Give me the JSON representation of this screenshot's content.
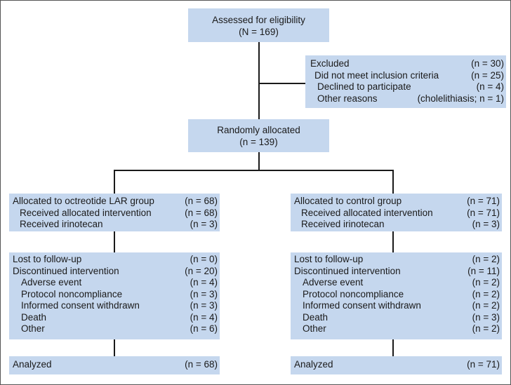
{
  "assessed": {
    "title": "Assessed for eligibility",
    "count": "(N = 169)"
  },
  "excluded": {
    "label": "Excluded",
    "count": "(n = 30)",
    "items": [
      {
        "label": "Did not meet inclusion criteria",
        "count": "(n = 25)"
      },
      {
        "label": "Declined to participate",
        "count": "(n = 4)"
      },
      {
        "label": "Other reasons",
        "count": "(cholelithiasis; n = 1)"
      }
    ]
  },
  "randomized": {
    "title": "Randomly allocated",
    "count": "(n = 139)"
  },
  "left": {
    "allocation": {
      "label": "Allocated to octreotide LAR group",
      "count": "(n = 68)",
      "items": [
        {
          "label": "Received allocated intervention",
          "count": "(n = 68)"
        },
        {
          "label": "Received irinotecan",
          "count": "(n = 3)"
        }
      ]
    },
    "followup": {
      "lost": {
        "label": "Lost to follow-up",
        "count": "(n = 0)"
      },
      "discontinued": {
        "label": "Discontinued intervention",
        "count": "(n = 20)"
      },
      "items": [
        {
          "label": "Adverse event",
          "count": "(n = 4)"
        },
        {
          "label": "Protocol noncompliance",
          "count": "(n = 3)"
        },
        {
          "label": "Informed consent withdrawn",
          "count": "(n = 3)"
        },
        {
          "label": "Death",
          "count": "(n = 4)"
        },
        {
          "label": "Other",
          "count": "(n = 6)"
        }
      ]
    },
    "analysis": {
      "label": "Analyzed",
      "count": "(n = 68)"
    }
  },
  "right": {
    "allocation": {
      "label": "Allocated to control group",
      "count": "(n = 71)",
      "items": [
        {
          "label": "Received allocated intervention",
          "count": "(n = 71)"
        },
        {
          "label": "Received irinotecan",
          "count": "(n = 3)"
        }
      ]
    },
    "followup": {
      "lost": {
        "label": "Lost to follow-up",
        "count": "(n = 2)"
      },
      "discontinued": {
        "label": "Discontinued intervention",
        "count": "(n = 11)"
      },
      "items": [
        {
          "label": "Adverse event",
          "count": "(n = 2)"
        },
        {
          "label": "Protocol noncompliance",
          "count": "(n = 2)"
        },
        {
          "label": "Informed consent withdrawn",
          "count": "(n = 2)"
        },
        {
          "label": "Death",
          "count": "(n = 3)"
        },
        {
          "label": "Other",
          "count": "(n = 2)"
        }
      ]
    },
    "analysis": {
      "label": "Analyzed",
      "count": "(n = 71)"
    }
  },
  "colors": {
    "box_fill": "#c5d7ee",
    "line": "#1a1a1a",
    "text": "#1a1a1a"
  }
}
